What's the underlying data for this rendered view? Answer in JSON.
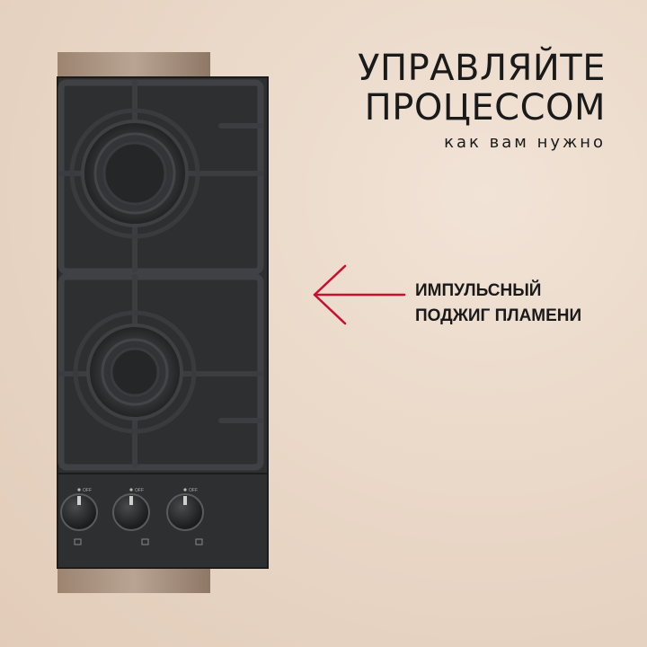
{
  "headline": {
    "line1": "УПРАВЛЯЙТЕ",
    "line2": "ПРОЦЕССОМ",
    "subtitle": "как вам нужно"
  },
  "callout": {
    "line1": "ИМПУЛЬСНЫЙ",
    "line2": "ПОДЖИГ ПЛАМЕНИ"
  },
  "colors": {
    "arrow": "#c8102e",
    "glass": "#2f3032",
    "grate": "#3a3b3d",
    "backdrop_panel": "#a8907c",
    "background": "#ead8c8"
  },
  "knobs": [
    {
      "name": "knob-left",
      "mark": "OFF"
    },
    {
      "name": "knob-middle",
      "mark": "OFF"
    },
    {
      "name": "knob-right",
      "mark": "OFF"
    }
  ]
}
